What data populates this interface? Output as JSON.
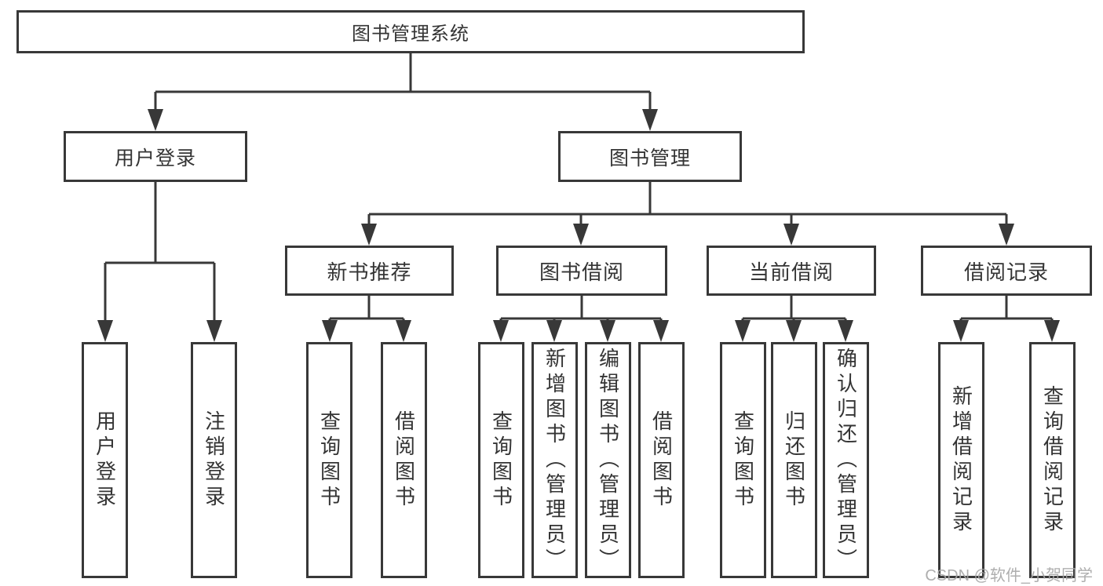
{
  "nodes": {
    "root": "图书管理系统",
    "level2": [
      "用户登录",
      "图书管理"
    ],
    "level3": [
      "新书推荐",
      "图书借阅",
      "当前借阅",
      "借阅记录"
    ],
    "leaves": [
      "用户登录",
      "注销登录",
      "查询图书",
      "借阅图书",
      "查询图书",
      "新增图书（管理员）",
      "编辑图书（管理员）",
      "借阅图书",
      "查询图书",
      "归还图书",
      "确认归还（管理员）",
      "新增借阅记录",
      "查询借阅记录"
    ]
  },
  "watermark": "CSDN @软件_小贺同学",
  "colors": {
    "line": "#383838",
    "text": "#343434",
    "watermark": "#a6a6a6",
    "background": "#ffffff"
  }
}
